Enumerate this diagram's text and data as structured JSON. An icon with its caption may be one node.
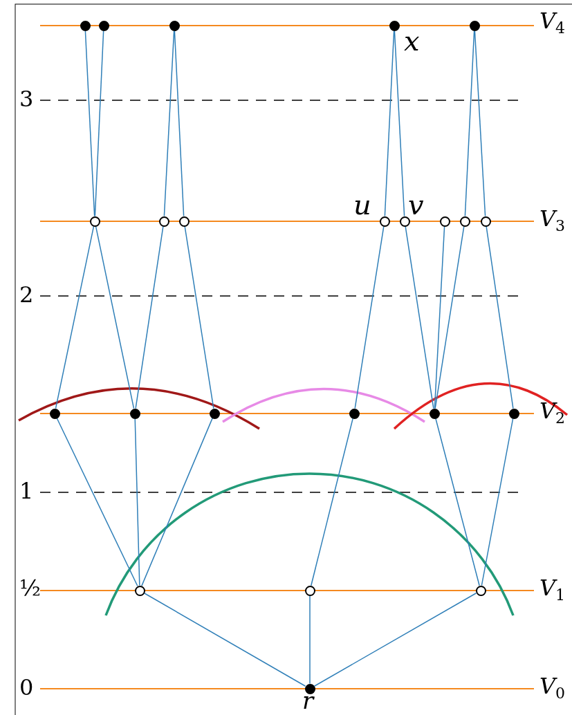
{
  "diagram": {
    "nodes": [
      {
        "text": [],
        "shape": "circle"
      },
      {
        "text": [],
        "shape": "circle"
      },
      {
        "text": [],
        "shape": "circle"
      },
      {
        "text": [
          "x"
        ]
      },
      {
        "text": [],
        "shape": "circle"
      },
      {
        "text": [],
        "shape": "circle"
      },
      {
        "text": [],
        "shape": "circle"
      },
      {
        "text": [],
        "shape": "circle"
      },
      {
        "text": [
          "u"
        ]
      },
      {
        "text": [
          "v"
        ]
      },
      {
        "text": [],
        "shape": "circle"
      },
      {
        "text": [],
        "shape": "circle"
      },
      {
        "text": [],
        "shape": "circle"
      },
      {
        "text": [],
        "shape": "circle"
      },
      {
        "text": [],
        "shape": "circle"
      },
      {
        "text": [],
        "shape": "circle"
      },
      {
        "text": [],
        "shape": "circle"
      },
      {
        "text": [],
        "shape": "circle"
      },
      {
        "text": [],
        "shape": "circle"
      },
      {
        "text": [],
        "shape": "circle"
      },
      {
        "text": [],
        "shape": "circle"
      },
      {
        "text": [],
        "shape": "circle"
      },
      {
        "text": [
          "r"
        ]
      }
    ],
    "edges": [
      {
        "from": 22,
        "to": 19,
        "arrow": "none"
      },
      {
        "from": 22,
        "to": 20,
        "arrow": "none"
      },
      {
        "from": 22,
        "to": 21,
        "arrow": "none"
      },
      {
        "from": 19,
        "to": 13,
        "arrow": "none"
      },
      {
        "from": 19,
        "to": 14,
        "arrow": "none"
      },
      {
        "from": 19,
        "to": 15,
        "arrow": "none"
      },
      {
        "from": 20,
        "to": 16,
        "arrow": "none"
      },
      {
        "from": 21,
        "to": 17,
        "arrow": "none"
      },
      {
        "from": 21,
        "to": 18,
        "arrow": "none"
      },
      {
        "from": 13,
        "to": 5,
        "arrow": "none"
      },
      {
        "from": 14,
        "to": 5,
        "arrow": "none"
      },
      {
        "from": 14,
        "to": 6,
        "arrow": "none"
      },
      {
        "from": 15,
        "to": 7,
        "arrow": "none"
      },
      {
        "from": 16,
        "to": 8,
        "arrow": "none"
      },
      {
        "from": 17,
        "to": 9,
        "arrow": "none"
      },
      {
        "from": 17,
        "to": 10,
        "arrow": "none"
      },
      {
        "from": 17,
        "to": 11,
        "arrow": "none"
      },
      {
        "from": 18,
        "to": 12,
        "arrow": "none"
      },
      {
        "from": 5,
        "to": 0,
        "arrow": "none"
      },
      {
        "from": 5,
        "to": 1,
        "arrow": "none"
      },
      {
        "from": 6,
        "to": 2,
        "arrow": "none"
      },
      {
        "from": 7,
        "to": 2,
        "arrow": "none"
      },
      {
        "from": 8,
        "to": 3,
        "arrow": "none"
      },
      {
        "from": 9,
        "to": 3,
        "arrow": "none"
      },
      {
        "from": 11,
        "to": 4,
        "arrow": "none"
      },
      {
        "from": 12,
        "to": 4,
        "arrow": "none"
      }
    ],
    "labels": [
      "V$_{4}$",
      "3",
      "V$_{3}$",
      "2",
      "V$_{2}$",
      "1",
      "½",
      "V$_{1}$",
      "0",
      "V$_{0}$"
    ]
  }
}
